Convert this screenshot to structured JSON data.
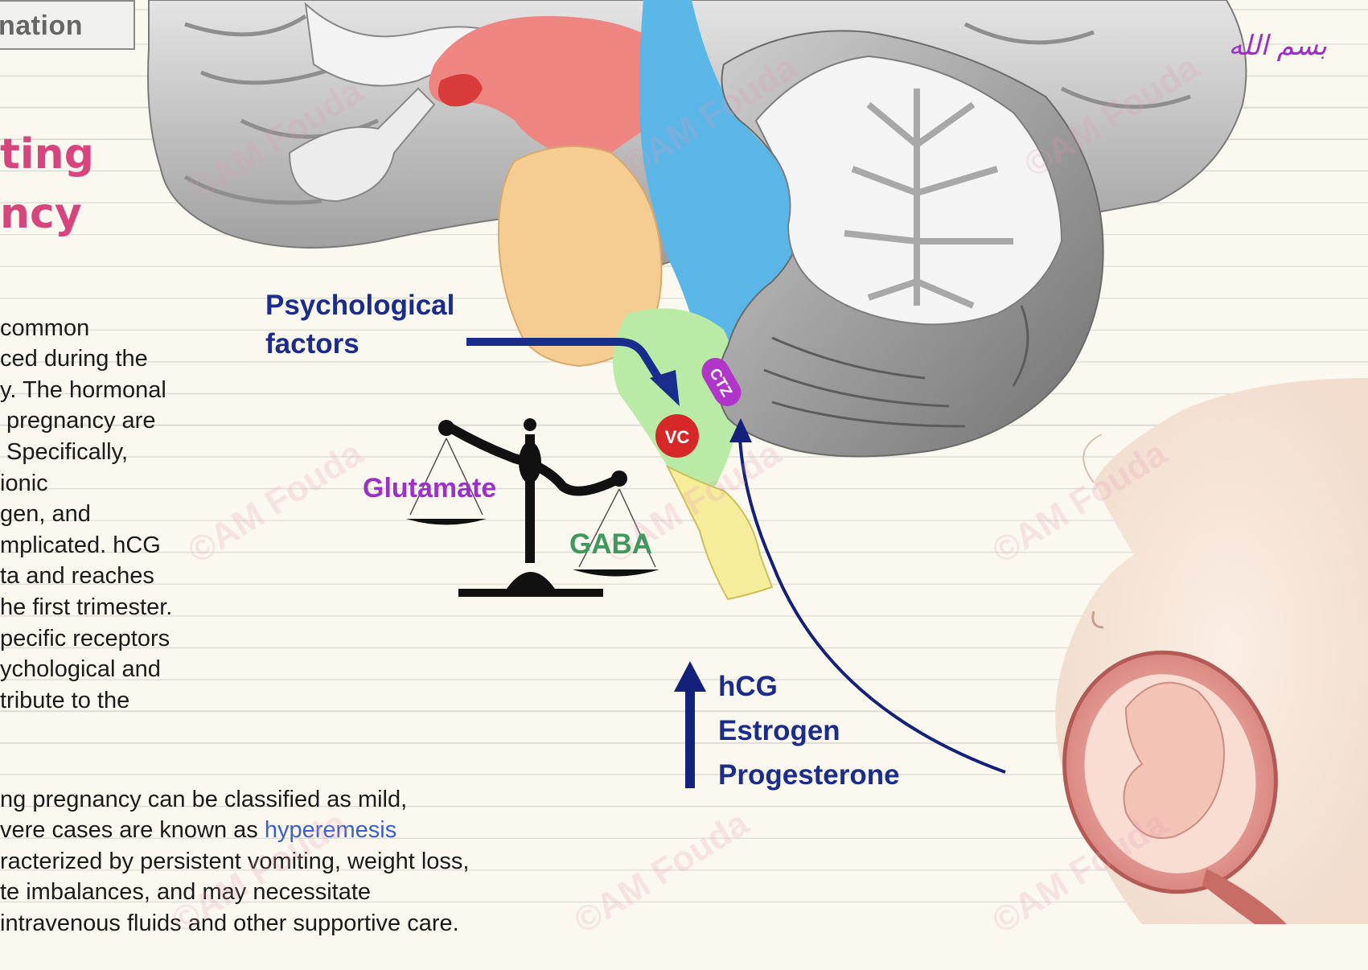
{
  "header_tab": "nation",
  "title_lines": [
    "ting",
    "ncy"
  ],
  "paragraph1": [
    "common",
    "ced during the",
    "y. The hormonal",
    " pregnancy are",
    " Specifically,",
    "ionic",
    "gen, and",
    "mplicated. hCG",
    "ta and reaches",
    "he first trimester.",
    "pecific receptors",
    "ychological and",
    "tribute to the"
  ],
  "paragraph2": {
    "line1": "ng pregnancy can be classified as mild,",
    "line2_prefix": "vere cases are known as ",
    "line2_highlight": "hyperemesis",
    "line3": "racterized by persistent vomiting, weight loss,",
    "line4": "te imbalances, and may necessitate",
    "line5": "intravenous fluids and other supportive care."
  },
  "labels": {
    "psychological": [
      "Psychological",
      "factors"
    ],
    "glutamate": "Glutamate",
    "gaba": "GABA",
    "vc": "VC",
    "ctz": "CTZ",
    "hormones": [
      "hCG",
      "Estrogen",
      "Progesterone"
    ],
    "arabic": "بسم الله"
  },
  "watermark": "©AM Fouda",
  "colors": {
    "title": "#d6457e",
    "label_navy": "#1b2d8c",
    "glutamate": "#9a32c8",
    "gaba": "#3f9a5e",
    "vc_red": "#d62828",
    "ctz_purple": "#b035c9",
    "arrow_navy": "#14217a",
    "highlight_blue": "#3a5fd0"
  }
}
